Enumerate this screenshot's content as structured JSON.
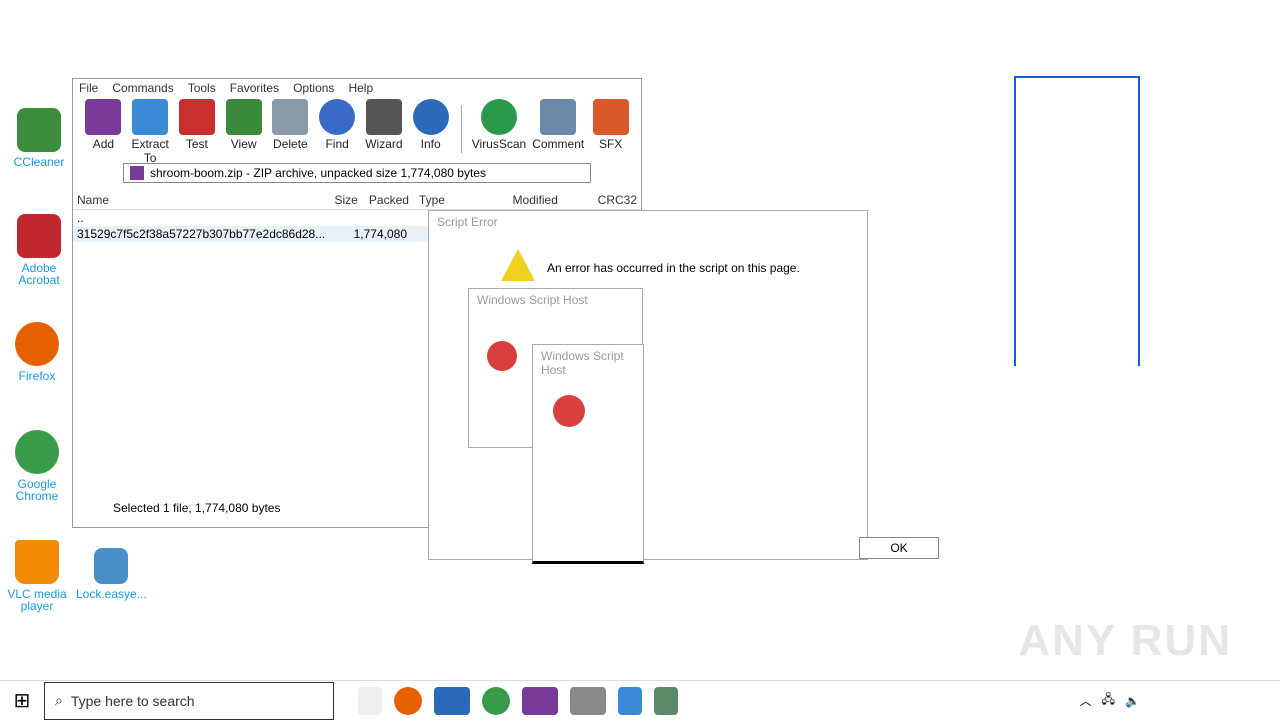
{
  "desktop": {
    "icons": [
      {
        "label": "CCleaner",
        "color": "#3b8d3b"
      },
      {
        "label": "Adobe Acrobat",
        "color": "#c0282d"
      },
      {
        "label": "Firefox",
        "color": "#e66000"
      },
      {
        "label": "Google Chrome",
        "color": "#3a9c4a"
      },
      {
        "label": "VLC media player",
        "color": "#f08a00"
      },
      {
        "label": "Lock.easye...",
        "color": "#4a90c8"
      }
    ]
  },
  "winrar": {
    "menu": [
      "File",
      "Commands",
      "Tools",
      "Favorites",
      "Options",
      "Help"
    ],
    "toolbar": [
      "Add",
      "Extract To",
      "Test",
      "View",
      "Delete",
      "Find",
      "Wizard",
      "Info",
      "VirusScan",
      "Comment",
      "SFX"
    ],
    "path": "shroom-boom.zip - ZIP archive, unpacked size 1,774,080 bytes",
    "columns": [
      "Name",
      "Size",
      "Packed",
      "Type",
      "Modified",
      "CRC32"
    ],
    "rows": [
      {
        "name": "..",
        "size": ""
      },
      {
        "name": "31529c7f5c2f38a57227b307bb77e2dc86d28...",
        "size": "1,774,080"
      }
    ],
    "status": "Selected 1 file, 1,774,080 bytes"
  },
  "script_error": {
    "title": "Script Error",
    "message": "An error has occurred in the script on this page."
  },
  "wsh": [
    {
      "title": "Windows Script Host"
    },
    {
      "title": "Windows Script Host"
    }
  ],
  "ok_label": "OK",
  "taskbar": {
    "search_placeholder": "Type here to search"
  },
  "watermark": "ANY RUN"
}
